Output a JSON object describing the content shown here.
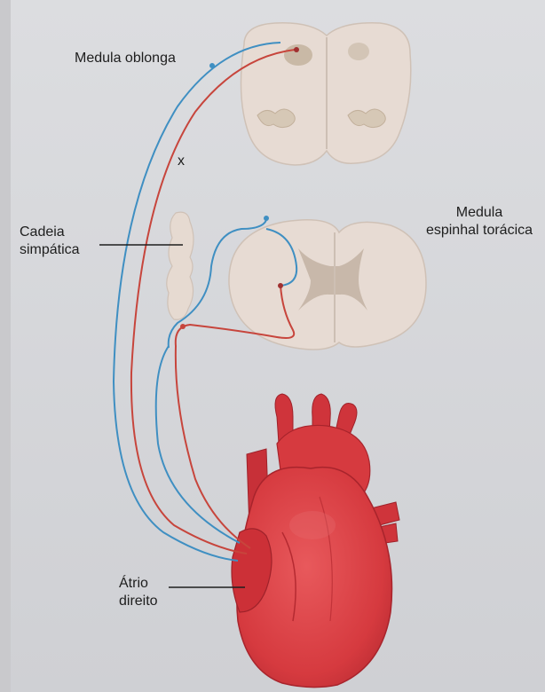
{
  "labels": {
    "medulla_oblongata": "Medula oblonga",
    "marker_x": "x",
    "sympathetic_chain": [
      "Cadeia",
      "simpática"
    ],
    "thoracic_spinal_cord": [
      "Medula",
      "espinhal torácica"
    ],
    "right_atrium": [
      "Átrio",
      "direito"
    ]
  },
  "colors": {
    "vagal_fiber": "#3f8fc2",
    "sympathetic_fiber": "#c7453c",
    "neural_tissue": "#e4d7cf",
    "gray_matter": "#c8b8aa",
    "heart": "#d63a3f",
    "heart_dark": "#a8242c",
    "background": "#d8d9dc"
  }
}
